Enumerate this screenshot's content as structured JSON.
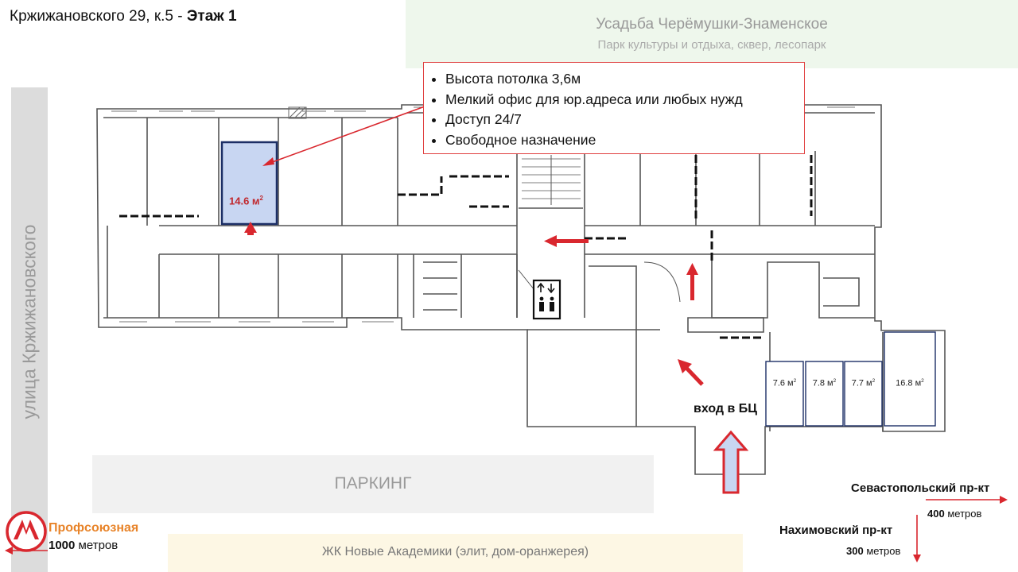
{
  "header": {
    "address": "Кржижановского 29, к.5 -",
    "floor": "Этаж 1"
  },
  "surroundings": {
    "estate_title": "Усадьба Черёмушки-Знаменское",
    "estate_subtitle": "Парк культуры и отдыха, сквер, лесопарк",
    "street": "улица Кржижановского",
    "parking": "ПАРКИНГ",
    "residential": "ЖК Новые Академики (элит, дом-оранжерея)"
  },
  "features": [
    "Высота потолка 3,6м",
    "Мелкий офис для юр.адреса или любых нужд",
    "Доступ 24/7",
    "Свободное назначение"
  ],
  "rooms": {
    "main": "14.6 м",
    "r1": "7.6 м",
    "r2": "7.8 м",
    "r3": "7.7 м",
    "r4": "16.8 м",
    "sq": "2"
  },
  "entrance_label": "вход в БЦ",
  "metro": {
    "name": "Профсоюзная",
    "distance": "1000",
    "unit": "метров"
  },
  "roads": [
    {
      "name": "Севастопольский пр-кт",
      "distance": "400",
      "unit": "метров"
    },
    {
      "name": "Нахимовский пр-кт",
      "distance": "300",
      "unit": "метров"
    }
  ],
  "colors": {
    "accent_red": "#d9272e",
    "metro_orange": "#e8842a",
    "room_highlight": "#c8d6f2",
    "room_border": "#1c2f66"
  }
}
